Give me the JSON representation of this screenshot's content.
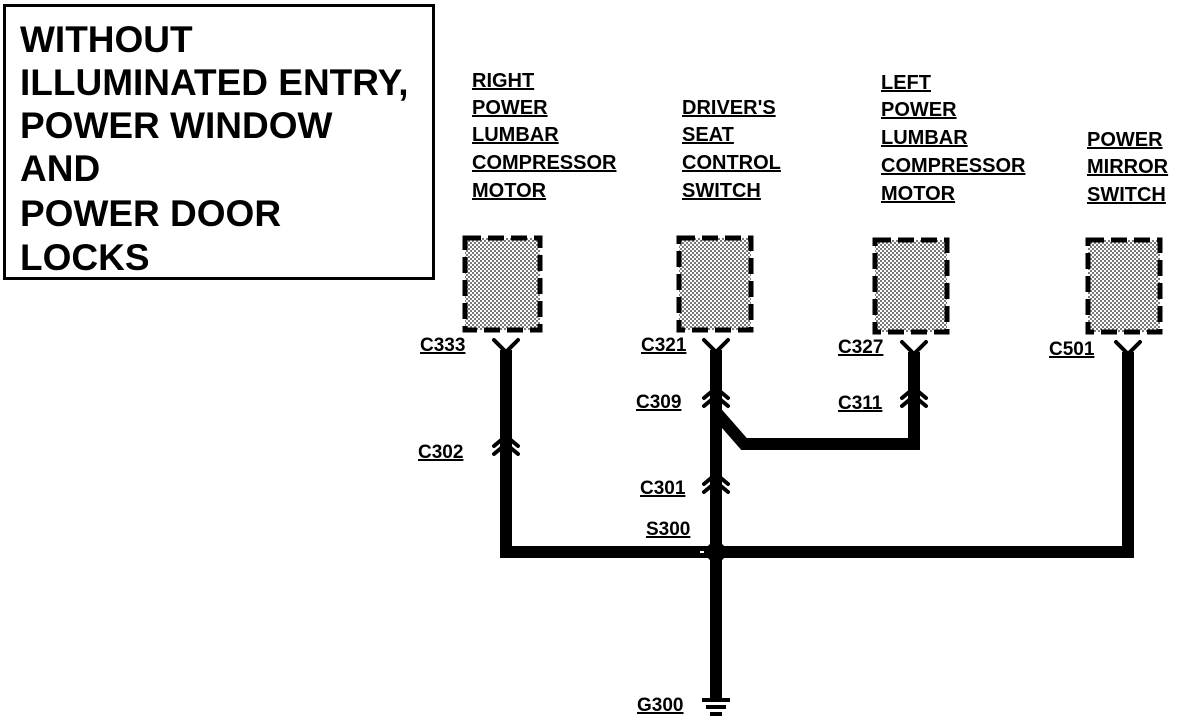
{
  "title_lines": [
    "WITHOUT",
    "ILLUMINATED ENTRY,",
    "POWER WINDOW",
    "AND",
    "POWER DOOR",
    "LOCKS"
  ],
  "components": {
    "right_lumbar": [
      "RIGHT",
      "POWER",
      "LUMBAR",
      "COMPRESSOR",
      "MOTOR"
    ],
    "drivers_seat": [
      "DRIVER'S",
      "SEAT",
      "CONTROL",
      "SWITCH"
    ],
    "left_lumbar": [
      "LEFT",
      "POWER",
      "LUMBAR",
      "COMPRESSOR",
      "MOTOR"
    ],
    "power_mirror": [
      "POWER",
      "MIRROR",
      "SWITCH"
    ]
  },
  "connectors": {
    "c333": "C333",
    "c321": "C321",
    "c327": "C327",
    "c501": "C501",
    "c309": "C309",
    "c311": "C311",
    "c302": "C302",
    "c301": "C301",
    "s300": "S300",
    "g300": "G300"
  },
  "colors": {
    "ink": "#000000",
    "component_fill": "#bdbdbd",
    "background": "#ffffff"
  }
}
